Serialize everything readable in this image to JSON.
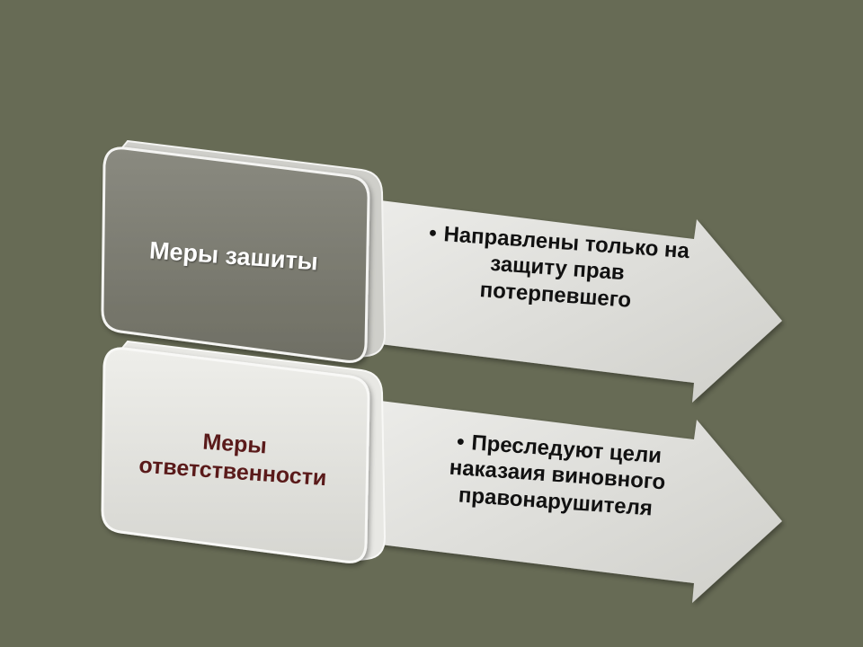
{
  "colors": {
    "background": "#676b55",
    "box1_fill": "#7d7d72",
    "box2_fill": "#e2e2de",
    "arrow_fill": "#dededa",
    "box2_text": "#5a1a1a"
  },
  "diagram": {
    "row1": {
      "box_label": "Меры зашиты",
      "bullet": "•",
      "arrow_lines": [
        "Направлены только на",
        "защиту прав",
        "потерпевшего"
      ]
    },
    "row2": {
      "box_label_lines": [
        "Меры",
        "ответственности"
      ],
      "bullet": "•",
      "arrow_lines": [
        "Преследуют цели",
        "наказаия виновного",
        "правонарушителя"
      ]
    }
  }
}
